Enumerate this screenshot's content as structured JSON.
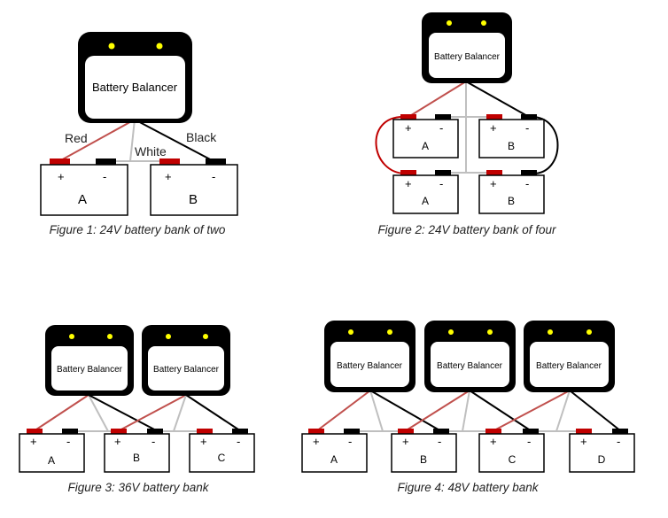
{
  "balancer_label": "Battery Balancer",
  "terminal_plus": "+",
  "terminal_minus": "-",
  "wire_labels": {
    "red": "Red",
    "white": "White",
    "black": "Black"
  },
  "figures": [
    {
      "caption": "Figure 1: 24V battery bank of two",
      "batteries": [
        "A",
        "B"
      ]
    },
    {
      "caption": "Figure 2: 24V battery bank of four",
      "batteries": [
        "A",
        "B",
        "A",
        "B"
      ]
    },
    {
      "caption": "Figure 3: 36V battery bank",
      "batteries": [
        "A",
        "B",
        "C"
      ]
    },
    {
      "caption": "Figure 4: 48V battery bank",
      "batteries": [
        "A",
        "B",
        "C",
        "D"
      ]
    }
  ],
  "colors": {
    "red_wire": "#c0504d",
    "red_loop": "#c00000",
    "white_wire": "#bfbfbf",
    "black_wire": "#000000",
    "terminal_red": "#c00000",
    "terminal_black": "#000000",
    "indicator": "#ffff00"
  }
}
